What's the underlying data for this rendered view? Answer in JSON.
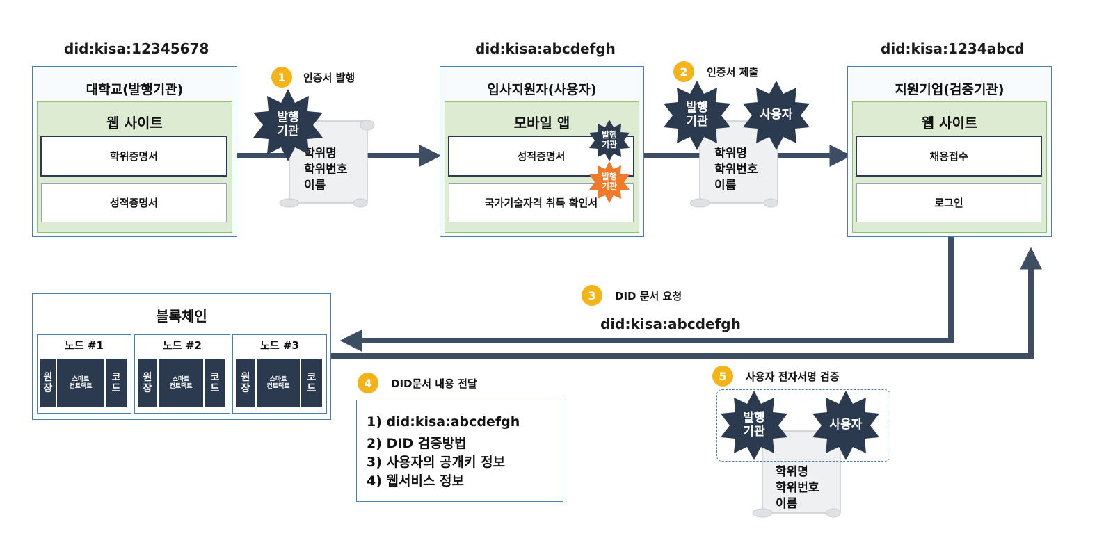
{
  "university": {
    "did": "did:kisa:12345678",
    "title": "대학교(발행기관)",
    "section": "웹 사이트",
    "items": [
      "학위증명서",
      "성적증명서"
    ]
  },
  "applicant": {
    "did": "did:kisa:abcdefgh",
    "title": "입사지원자(사용자)",
    "section": "모바일 앱",
    "items": [
      "성적증명서",
      "국가기술자격 취득 확인서"
    ]
  },
  "company": {
    "did": "did:kisa:1234abcd",
    "title": "지원기업(검증기관)",
    "section": "웹 사이트",
    "items": [
      "채용접수",
      "로그인"
    ]
  },
  "steps": {
    "s1": {
      "num": "1",
      "label": "인증서 발행"
    },
    "s2": {
      "num": "2",
      "label": "인증서 제출"
    },
    "s3": {
      "num": "3",
      "label": "DID 문서 요청",
      "did": "did:kisa:abcdefgh"
    },
    "s4": {
      "num": "4",
      "label": "DID문서 내용 전달"
    },
    "s5": {
      "num": "5",
      "label": "사용자 전자서명 검증"
    }
  },
  "seals": {
    "issuer": "발행\n기관",
    "user": "사용자"
  },
  "scroll_lines": "학위명\n학위번호\n이름",
  "blockchain": {
    "title": "블록체인",
    "nodes": [
      {
        "title": "노드 #1"
      },
      {
        "title": "노드 #2"
      },
      {
        "title": "노드 #3"
      }
    ],
    "cells": {
      "ledger": "원\n장",
      "smart_contract": "스마트\n컨트랙트",
      "code": "코\n드"
    }
  },
  "did_document": {
    "lines": [
      "1) did:kisa:abcdefgh",
      "2) DID 검증방법",
      "3) 사용자의 공개키 정보",
      "4) 웹서비스 정보"
    ]
  },
  "colors": {
    "dark_navy": "#2b3a4e",
    "step_badge": "#f3b41a",
    "orange_seal": "#f07a2a",
    "green_fill": "#dcebd2",
    "border_blue": "#4a7fb5"
  }
}
